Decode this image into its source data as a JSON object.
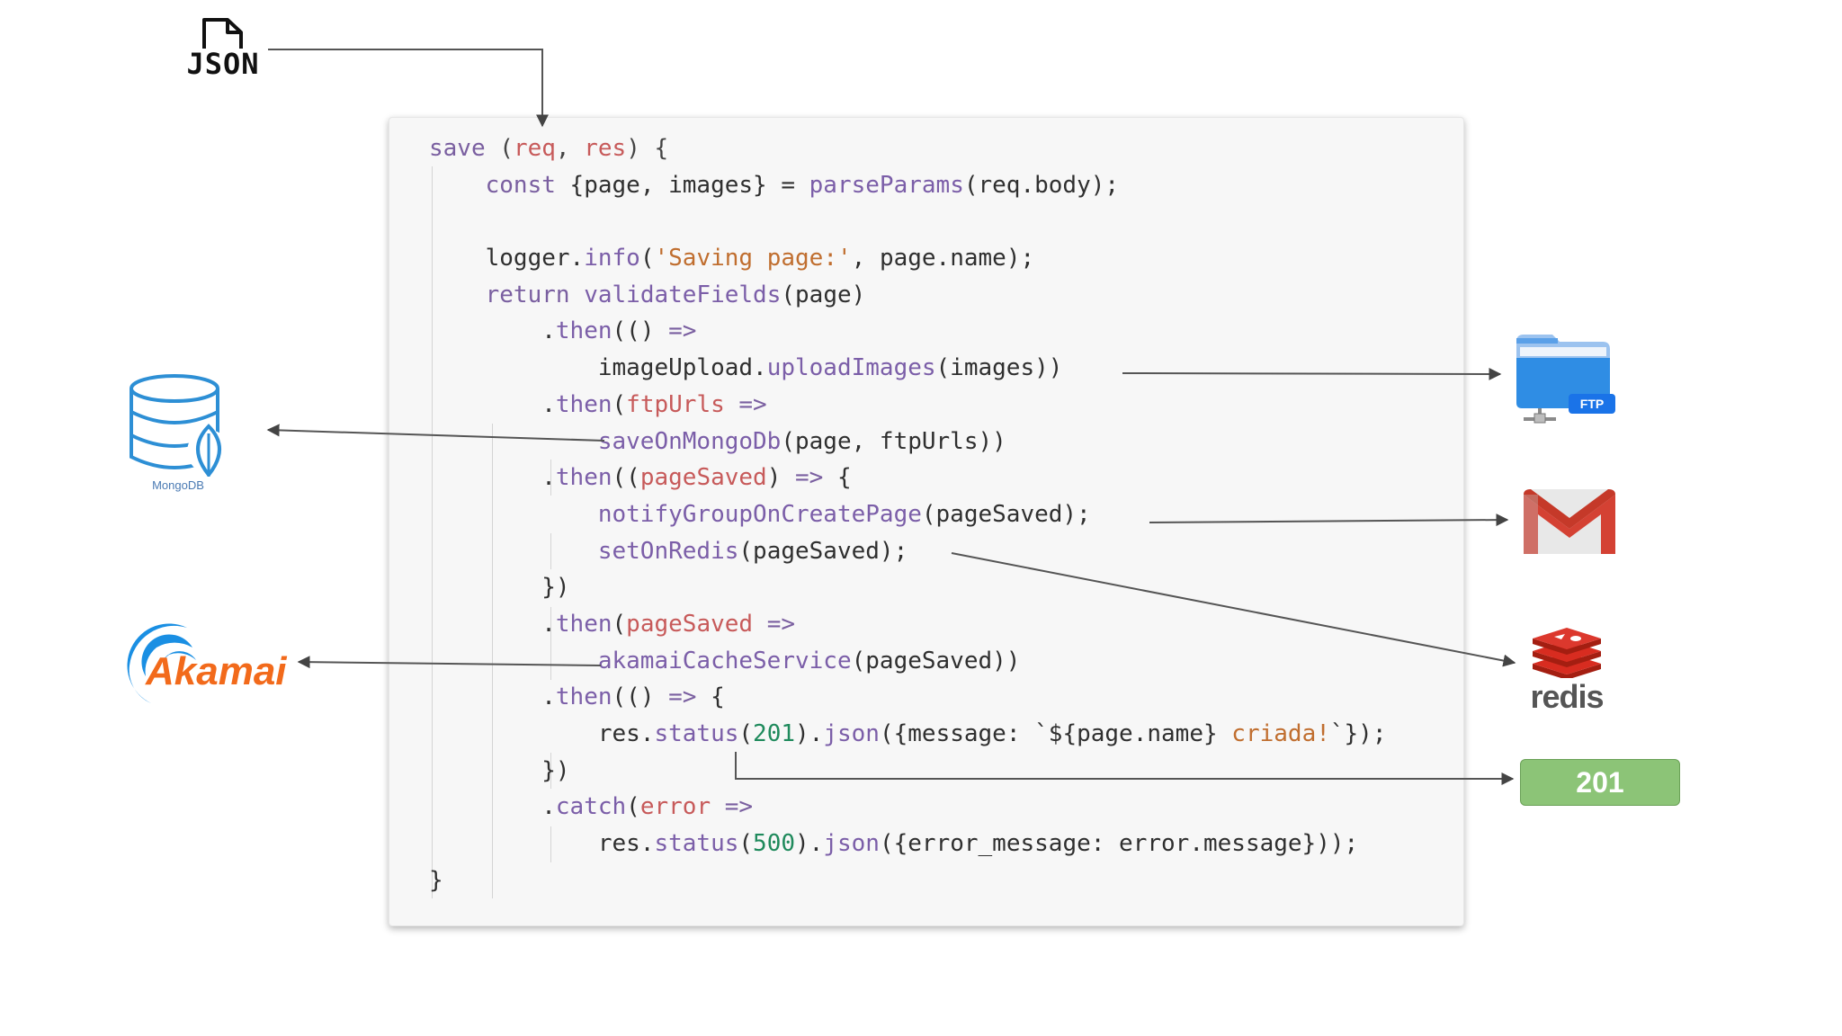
{
  "json_icon": {
    "label": "JSON",
    "icon": "json-file-icon"
  },
  "code": {
    "lines": [
      [
        [
          "kw",
          "save "
        ],
        [
          "punct",
          "("
        ],
        [
          "param",
          "req"
        ],
        [
          "punct",
          ", "
        ],
        [
          "param",
          "res"
        ],
        [
          "punct",
          ") {"
        ]
      ],
      [
        [
          "blank",
          "    "
        ],
        [
          "kw",
          "const "
        ],
        [
          "plain",
          "{page, images} = "
        ],
        [
          "fn",
          "parseParams"
        ],
        [
          "plain",
          "(req.body);"
        ]
      ],
      [],
      [
        [
          "blank",
          "    "
        ],
        [
          "plain",
          "logger."
        ],
        [
          "fn",
          "info"
        ],
        [
          "plain",
          "("
        ],
        [
          "str",
          "'Saving page:'"
        ],
        [
          "plain",
          ", page.name);"
        ]
      ],
      [
        [
          "blank",
          "    "
        ],
        [
          "kw",
          "return "
        ],
        [
          "fn",
          "validateFields"
        ],
        [
          "plain",
          "(page)"
        ]
      ],
      [
        [
          "blank",
          "        "
        ],
        [
          "plain",
          "."
        ],
        [
          "fn",
          "then"
        ],
        [
          "plain",
          "(() "
        ],
        [
          "kw",
          "=>"
        ]
      ],
      [
        [
          "blank",
          "            "
        ],
        [
          "plain",
          "imageUpload."
        ],
        [
          "fn",
          "uploadImages"
        ],
        [
          "plain",
          "(images))"
        ]
      ],
      [
        [
          "blank",
          "        "
        ],
        [
          "plain",
          "."
        ],
        [
          "fn",
          "then"
        ],
        [
          "plain",
          "("
        ],
        [
          "param",
          "ftpUrls"
        ],
        [
          "plain",
          " "
        ],
        [
          "kw",
          "=>"
        ]
      ],
      [
        [
          "blank",
          "            "
        ],
        [
          "fn",
          "saveOnMongoDb"
        ],
        [
          "plain",
          "(page, ftpUrls))"
        ]
      ],
      [
        [
          "blank",
          "        "
        ],
        [
          "plain",
          "."
        ],
        [
          "fn",
          "then"
        ],
        [
          "plain",
          "(("
        ],
        [
          "param",
          "pageSaved"
        ],
        [
          "plain",
          ") "
        ],
        [
          "kw",
          "=>"
        ],
        [
          "plain",
          " {"
        ]
      ],
      [
        [
          "blank",
          "            "
        ],
        [
          "fn",
          "notifyGroupOnCreatePage"
        ],
        [
          "plain",
          "(pageSaved);"
        ]
      ],
      [
        [
          "blank",
          "            "
        ],
        [
          "fn",
          "setOnRedis"
        ],
        [
          "plain",
          "(pageSaved);"
        ]
      ],
      [
        [
          "blank",
          "        "
        ],
        [
          "plain",
          "})"
        ]
      ],
      [
        [
          "blank",
          "        "
        ],
        [
          "plain",
          "."
        ],
        [
          "fn",
          "then"
        ],
        [
          "plain",
          "("
        ],
        [
          "param",
          "pageSaved"
        ],
        [
          "plain",
          " "
        ],
        [
          "kw",
          "=>"
        ]
      ],
      [
        [
          "blank",
          "            "
        ],
        [
          "fn",
          "akamaiCacheService"
        ],
        [
          "plain",
          "(pageSaved))"
        ]
      ],
      [
        [
          "blank",
          "        "
        ],
        [
          "plain",
          "."
        ],
        [
          "fn",
          "then"
        ],
        [
          "plain",
          "(() "
        ],
        [
          "kw",
          "=>"
        ],
        [
          "plain",
          " {"
        ]
      ],
      [
        [
          "blank",
          "            "
        ],
        [
          "plain",
          "res."
        ],
        [
          "fn",
          "status"
        ],
        [
          "plain",
          "("
        ],
        [
          "num",
          "201"
        ],
        [
          "plain",
          ")."
        ],
        [
          "fn",
          "json"
        ],
        [
          "plain",
          "({message: `${page.name} "
        ],
        [
          "str",
          "criada!"
        ],
        [
          "plain",
          "`});"
        ]
      ],
      [
        [
          "blank",
          "        "
        ],
        [
          "plain",
          "})"
        ]
      ],
      [
        [
          "blank",
          "        "
        ],
        [
          "plain",
          "."
        ],
        [
          "fn",
          "catch"
        ],
        [
          "plain",
          "("
        ],
        [
          "param",
          "error"
        ],
        [
          "plain",
          " "
        ],
        [
          "kw",
          "=>"
        ]
      ],
      [
        [
          "blank",
          "            "
        ],
        [
          "plain",
          "res."
        ],
        [
          "fn",
          "status"
        ],
        [
          "plain",
          "("
        ],
        [
          "num",
          "500"
        ],
        [
          "plain",
          ")."
        ],
        [
          "fn",
          "json"
        ],
        [
          "plain",
          "({error_message: error.message}));"
        ]
      ],
      [
        [
          "plain",
          "}"
        ]
      ]
    ]
  },
  "logos": {
    "mongodb": {
      "caption": "MongoDB",
      "icon": "mongodb-database-icon",
      "color": "#2d8fd5"
    },
    "akamai": {
      "label": "Akamai",
      "icon": "akamai-logo",
      "color": "#f26a1b",
      "swoosh_color": "#1a8fe3"
    },
    "ftp": {
      "badge": "FTP",
      "icon": "ftp-folder-icon",
      "color": "#1a73e8"
    },
    "gmail": {
      "icon": "gmail-icon",
      "color": "#db4437"
    },
    "redis": {
      "label": "redis",
      "icon": "redis-logo",
      "color": "#d82c20"
    }
  },
  "status_box": {
    "label": "201",
    "color": "#8cc477"
  }
}
